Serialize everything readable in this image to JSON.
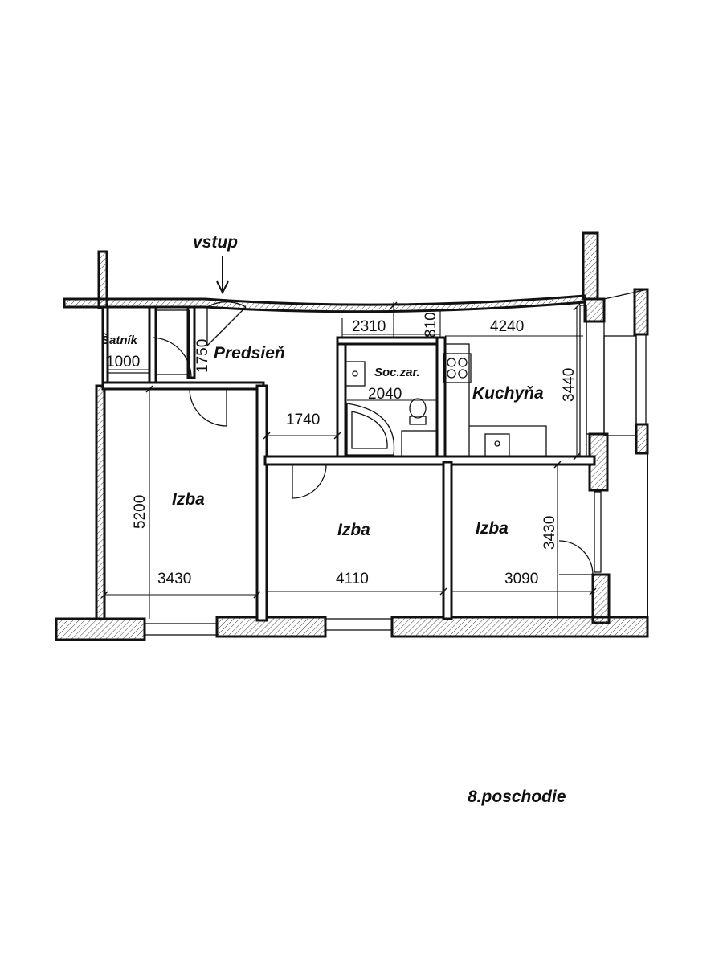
{
  "labels": {
    "entrance": "vstup",
    "wardrobe": "Šatník",
    "hall": "Predsieň",
    "bathroom": "Soc.zar.",
    "kitchen": "Kuchyňa",
    "room_left": "Izba",
    "room_middle": "Izba",
    "room_right": "Izba",
    "floor": "8.poschodie"
  },
  "dimensions": {
    "wardrobe_width": "1000",
    "wardrobe_depth": "1750",
    "bath_width": "2310",
    "bath_small": "810",
    "bath_inner": "2040",
    "kitchen_width": "4240",
    "kitchen_depth": "3440",
    "hall_width": "1740",
    "room_left_depth": "5200",
    "room_left_width": "3430",
    "room_middle_width": "4110",
    "room_right_width": "3090",
    "room_right_depth": "3430"
  }
}
